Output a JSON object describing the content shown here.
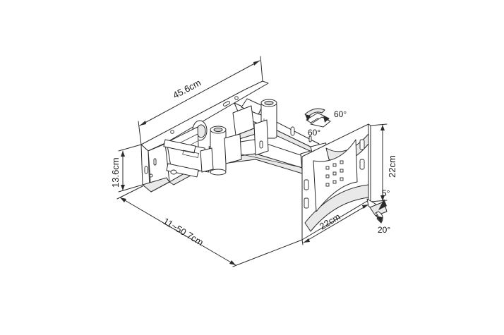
{
  "dimensions": {
    "plate_width": "45.6cm",
    "plate_height": "13.6cm",
    "arm_extension": "11~50.7cm",
    "bracket_width": "22cm",
    "bracket_height": "22cm"
  },
  "angles": {
    "swivel_right": "60°",
    "swivel_left": "60°",
    "tilt_up": "5°",
    "tilt_down": "20°"
  }
}
